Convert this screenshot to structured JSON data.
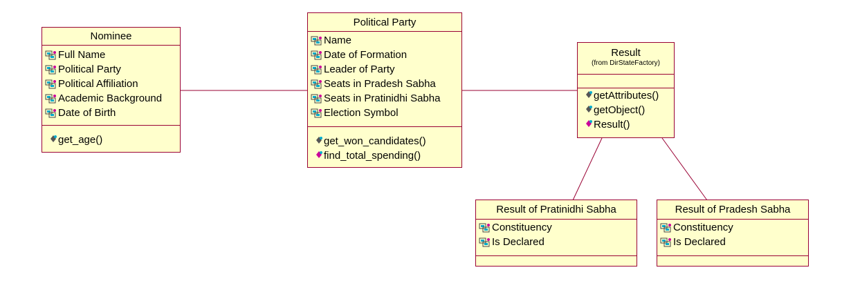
{
  "diagram": {
    "nominee": {
      "name": "Nominee",
      "attributes": [
        "Full Name",
        "Political Party",
        "Political Affiliation",
        "Academic Background",
        "Date of Birth"
      ],
      "operations": [
        "get_age()"
      ]
    },
    "political_party": {
      "name": "Political Party",
      "attributes": [
        "Name",
        "Date of Formation",
        "Leader of Party",
        "Seats in Pradesh Sabha",
        "Seats in Pratinidhi Sabha",
        "Election Symbol"
      ],
      "operations": [
        "get_won_candidates()",
        "find_total_spending()"
      ]
    },
    "result": {
      "name": "Result",
      "stereotype": "(from DirStateFactory)",
      "operations": [
        "getAttributes()",
        "getObject()",
        "Result()"
      ]
    },
    "pratinidhi": {
      "name": "Result of Pratinidhi Sabha",
      "attributes": [
        "Constituency",
        "Is Declared"
      ]
    },
    "pradesh": {
      "name": "Result of Pradesh Sabha",
      "attributes": [
        "Constituency",
        "Is Declared"
      ]
    }
  },
  "colors": {
    "class_fill": "#ffffcc",
    "class_border": "#990033",
    "link": "#990033",
    "attribute_icon": "#00aacc",
    "operation_icon": "#cc0099"
  }
}
